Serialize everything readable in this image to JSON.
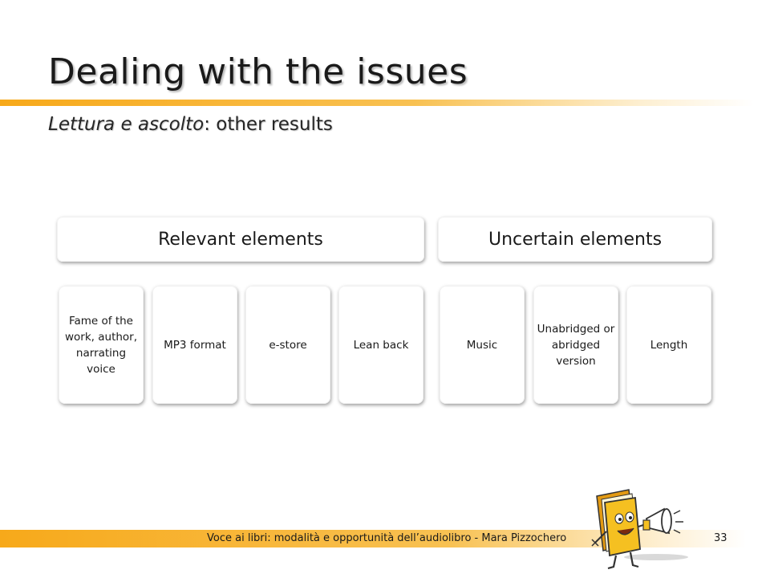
{
  "slide": {
    "title": "Dealing with the issues",
    "subtitle_italic": "Lettura e ascolto",
    "subtitle_rest": ": other results"
  },
  "groups": [
    {
      "label": "Relevant elements",
      "items": [
        "Fame of the work, author, narrating voice",
        "MP3 format",
        "e-store",
        "Lean back"
      ]
    },
    {
      "label": "Uncertain elements",
      "items": [
        "Music",
        "Unabridged or abridged version",
        "Length"
      ]
    }
  ],
  "footer": {
    "text": "Voce ai libri: modalità e opportunità dell’audiolibro - Mara Pizzochero",
    "page_number": "33"
  },
  "colors": {
    "accent": "#f7a91a",
    "mascot_yellow": "#f5c021"
  },
  "icons": {
    "mascot": "book-with-megaphone-icon"
  }
}
